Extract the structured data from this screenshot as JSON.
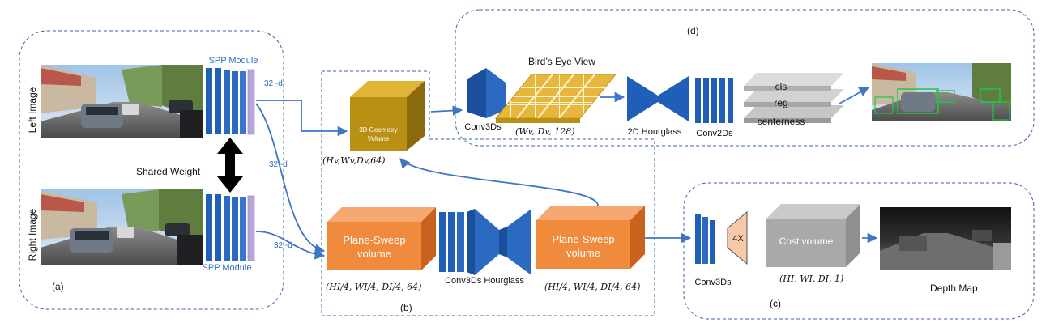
{
  "panels": {
    "a_label": "(a)",
    "b_label": "(b)",
    "c_label": "(c)",
    "d_label": "(d)"
  },
  "panel_a": {
    "left_image_label": "Left Image",
    "right_image_label": "Right Image",
    "spp_top": "SPP Module",
    "spp_bottom": "SPP Module",
    "shared_weight": "Shared Weight",
    "feat_dim_1": "32 -d",
    "feat_dim_2": "32 -d",
    "feat_dim_3": "32 -d"
  },
  "panel_b": {
    "geometry_volume_line1": "3D Geometry",
    "geometry_volume_line2": "Volume",
    "geometry_volume_shape": "(Hv,Wv,Dv,64)",
    "psv1_line1": "Plane-Sweep",
    "psv1_line2": "volume",
    "psv1_shape": "(HI/4, WI/4, DI/4, 64)",
    "hourglass_label": "Conv3Ds Hourglass",
    "psv2_line1": "Plane-Sweep",
    "psv2_line2": "volume",
    "psv2_shape": "(HI/4, WI/4, DI/4, 64)"
  },
  "panel_c": {
    "conv_label": "Conv3Ds",
    "upsample_label": "4X",
    "cost_volume_label": "Cost volume",
    "cost_volume_shape": "(HI, WI, DI, 1)",
    "depth_map_label": "Depth Map"
  },
  "panel_d": {
    "conv3ds_label": "Conv3Ds",
    "bev_title": "Bird’s Eye View",
    "bev_shape": "(Wv, Dv, 128)",
    "hourglass2d_label": "2D Hourglass",
    "conv2ds_label": "Conv2Ds",
    "head_cls": "cls",
    "head_reg": "reg",
    "head_centerness": "centerness"
  },
  "colors": {
    "accent_blue": "#2f6fc4",
    "orange": "#f08a3c",
    "gold": "#c79a19",
    "layer_blue": "#1f5fb8"
  }
}
